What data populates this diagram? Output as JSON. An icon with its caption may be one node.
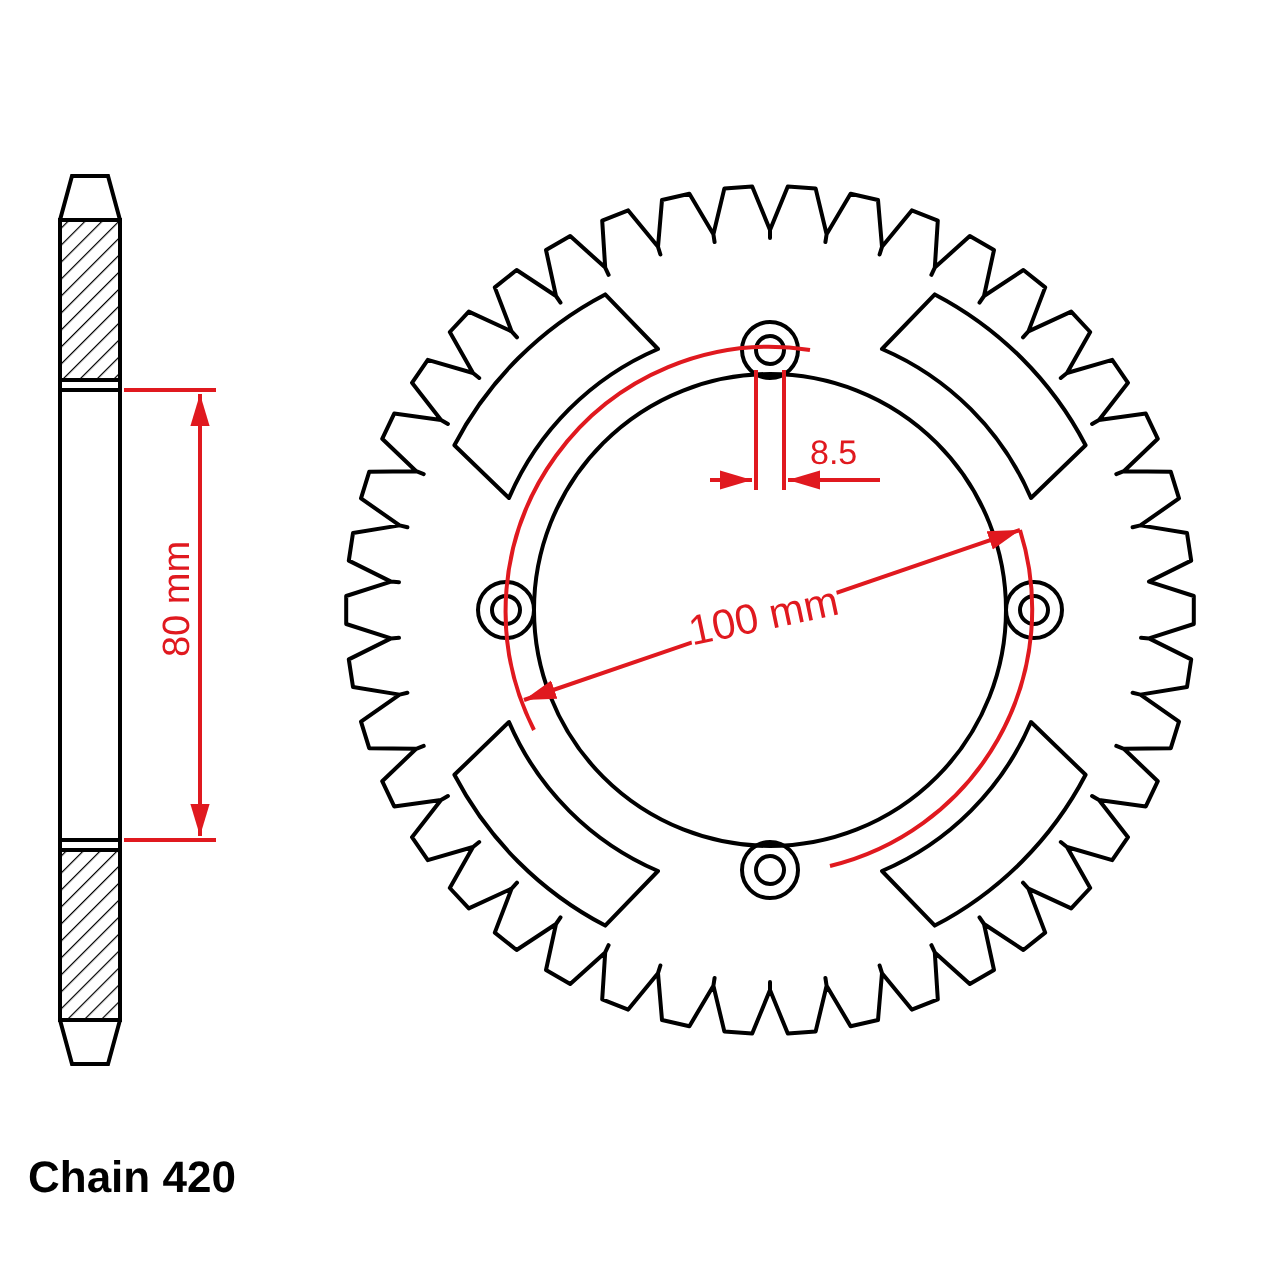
{
  "diagram": {
    "labels": [
      "8.5",
      "80 mm",
      "100 mm",
      "Chain 420"
    ]
  }
}
